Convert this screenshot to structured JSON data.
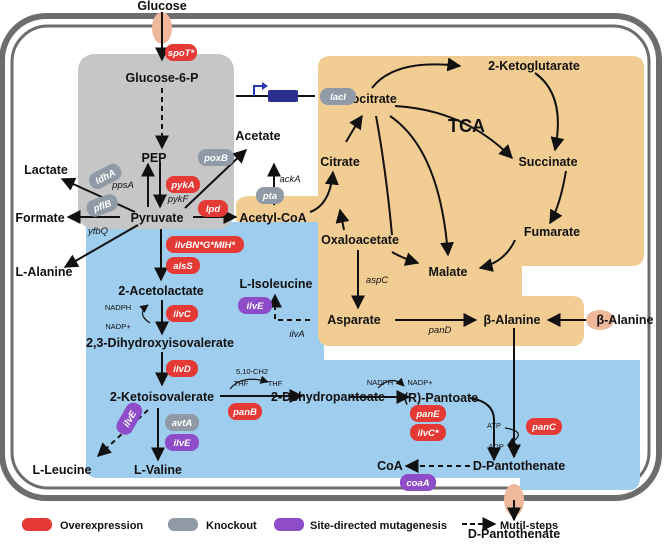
{
  "colors": {
    "overexpression": "#e53935",
    "knockout": "#8f9aa6",
    "mutagenesis": "#8e4cc8",
    "glycolysis_bg": "#c6c6c6",
    "tca_bg": "#f2cd93",
    "bcaa_bg": "#9fcdee",
    "cell_wall": "#6d6d6d",
    "transporter": "#f0b89a",
    "promoter": "#2a3bb0",
    "gene": "#2b2f8f"
  },
  "compartments": {
    "tca_title": "TCA"
  },
  "metabolites": {
    "glucose_in": "Glucose",
    "glucose6p": "Glucose-6-P",
    "pep": "PEP",
    "pyruvate": "Pyruvate",
    "lactate": "Lactate",
    "formate": "Formate",
    "l_alanine": "L-Alanine",
    "acetate": "Acetate",
    "acetyl_coa": "Acetyl-CoA",
    "citrate": "Citrate",
    "isocitrate": "Isocitrate",
    "ketoglutarate": "2-Ketoglutarate",
    "succinate": "Succinate",
    "fumarate": "Fumarate",
    "malate": "Malate",
    "oxaloacetate": "Oxaloacetate",
    "aspartate": "Asparate",
    "l_isoleucine": "L-Isoleucine",
    "beta_alanine": "β-Alanine",
    "beta_alanine_ext": "β-Alanine",
    "acetolactate": "2-Acetolactate",
    "dihydroxyisovalerate": "2,3-Dihydroxyisovalerate",
    "ketoisovalerate": "2-Ketoisovalerate",
    "dehydropantoate": "2-Dehydropantoate",
    "r_pantoate": "(R)-Pantoate",
    "l_leucine": "L-Leucine",
    "l_valine": "L-Valine",
    "coa": "CoA",
    "d_pantothenate": "D-Pantothenate",
    "d_pantothenate_ext": "D-Pantothenate"
  },
  "enzymes_plain": {
    "ppsa": "ppsA",
    "pykf": "pykF",
    "acka": "ackA",
    "yfbq": "yfbQ",
    "aspc": "aspC",
    "ilva": "ilvA",
    "pand": "panD"
  },
  "cofactors": {
    "nadph_1": "NADPH",
    "nadp_1": "NADP+",
    "methylene_thf": "5,10-CH2",
    "thf_left": "THF",
    "thf_right": "THF",
    "nadph_2": "NADPH",
    "nadp_2": "NADP+",
    "atp": "ATP",
    "adp": "ADP"
  },
  "gene_tags": {
    "spot": "spoT*",
    "laci": "lacI",
    "ldha": "ldhA",
    "poxb": "poxB",
    "pyka": "pykA",
    "pflb": "pflB",
    "lpd": "lpd",
    "pta": "pta",
    "ilvbn": "ilvBN*G*MIH*",
    "alss": "alsS",
    "ilvc": "ilvC",
    "ilvd": "ilvD",
    "ilve_iso": "ilvE",
    "panb": "panB",
    "ilve_leu": "ilvE",
    "avta": "avtA",
    "ilve_val": "ilvE",
    "pane": "panE",
    "ilvc_star": "ilvC*",
    "panc": "panC",
    "coaa": "coaA"
  },
  "legend": {
    "overexpression": "Overexpression",
    "knockout": "Knockout",
    "mutagenesis": "Site-directed mutagenesis",
    "multisteps": "Mutil-steps"
  }
}
